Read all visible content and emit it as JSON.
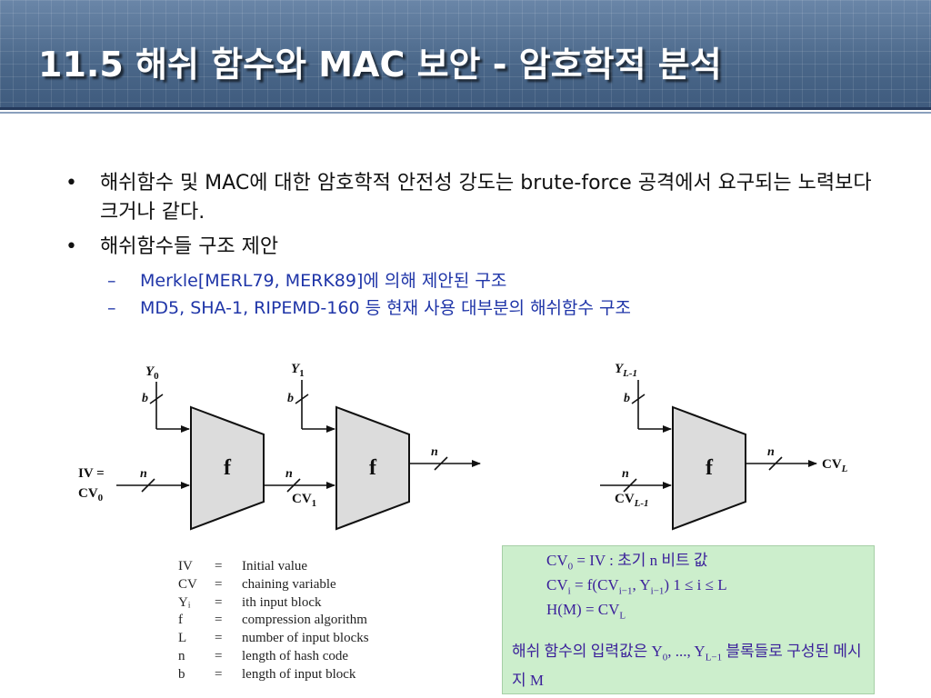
{
  "slide": {
    "title": "11.5 해쉬 함수와 MAC 보안 - 암호학적 분석"
  },
  "bullets": [
    {
      "marker": "•",
      "text": "해쉬함수 및 MAC에 대한 암호학적 안전성 강도는 brute-force 공격에서 요구되는 노력보다 크거나 같다."
    },
    {
      "marker": "•",
      "text": "해쉬함수들 구조 제안",
      "sub": [
        {
          "marker": "–",
          "text": "Merkle[MERL79, MERK89]에 의해 제안된 구조"
        },
        {
          "marker": "–",
          "text": "MD5, SHA-1, RIPEMD-160 등 현재 사용 대부분의 해쉬함수 구조"
        }
      ]
    }
  ],
  "diagram": {
    "block_label": "f",
    "bit_label_b": "b",
    "bit_label_n": "n",
    "inputs": [
      {
        "main": "Y",
        "sub": "0"
      },
      {
        "main": "Y",
        "sub": "1"
      },
      {
        "main": "Y",
        "sub": "L-1"
      }
    ],
    "iv_label_line1": "IV =",
    "iv_label_line2_main": "CV",
    "iv_label_line2_sub": "0",
    "cv1": {
      "main": "CV",
      "sub": "1"
    },
    "cvl1": {
      "main": "CV",
      "sub": "L-1"
    },
    "cvl": {
      "main": "CV",
      "sub": "L"
    },
    "legend": [
      {
        "symbol": "IV",
        "eq": "=",
        "definition": "Initial value"
      },
      {
        "symbol": "CV",
        "eq": "=",
        "definition": "chaining variable"
      },
      {
        "symbol": "Yᵢ",
        "eq": "=",
        "definition": "ith input block"
      },
      {
        "symbol": "f",
        "eq": "=",
        "definition": "compression algorithm"
      },
      {
        "symbol": "L",
        "eq": "=",
        "definition": "number of input blocks"
      },
      {
        "symbol": "n",
        "eq": "=",
        "definition": "length of hash code"
      },
      {
        "symbol": "b",
        "eq": "=",
        "definition": "length of input block"
      }
    ]
  },
  "note": {
    "line1_main": "CV",
    "line1_sub": "0",
    "line1_rest": " = IV : 초기 n 비트 값",
    "line2_a": "CV",
    "line2_a_sub": "i",
    "line2_b": " = f(CV",
    "line2_b_sub": "i−1",
    "line2_c": ", Y",
    "line2_c_sub": "i−1",
    "line2_d": ")  1 ≤ i ≤ L",
    "line3_main": "H(M) = CV",
    "line3_sub": "L",
    "summary_a": "해쉬 함수의 입력값은 Y",
    "summary_a_sub": "0",
    "summary_b": ", ..., Y",
    "summary_b_sub": "L−1",
    "summary_c": " 블록들로 구성된 메시지 M"
  },
  "colors": {
    "title_bar": "#4d6a8e",
    "sub_bullet_text": "#1f35a8",
    "note_box": "#cceecc",
    "note_text": "#3a1f9a",
    "block_fill": "#dcdcdc"
  }
}
